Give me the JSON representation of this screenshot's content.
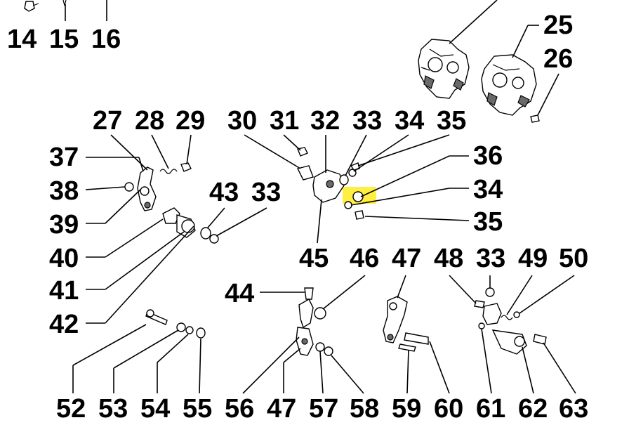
{
  "diagram": {
    "highlight_color": "#ffec1f",
    "callouts": {
      "c14": "14",
      "c15": "15",
      "c16": "16",
      "c25": "25",
      "c26": "26",
      "c27": "27",
      "c28": "28",
      "c29": "29",
      "c30": "30",
      "c31": "31",
      "c32": "32",
      "c33a": "33",
      "c34a": "34",
      "c35a": "35",
      "c36": "36",
      "c34b": "34",
      "c35b": "35",
      "c37": "37",
      "c38": "38",
      "c39": "39",
      "c40": "40",
      "c41": "41",
      "c42": "42",
      "c43": "43",
      "c33b": "33",
      "c44": "44",
      "c45": "45",
      "c46": "46",
      "c47a": "47",
      "c48": "48",
      "c33c": "33",
      "c49": "49",
      "c50": "50",
      "c52": "52",
      "c53": "53",
      "c54": "54",
      "c55": "55",
      "c56": "56",
      "c47b": "47",
      "c57": "57",
      "c58": "58",
      "c59": "59",
      "c60": "60",
      "c61": "61",
      "c62": "62",
      "c63": "63"
    }
  }
}
